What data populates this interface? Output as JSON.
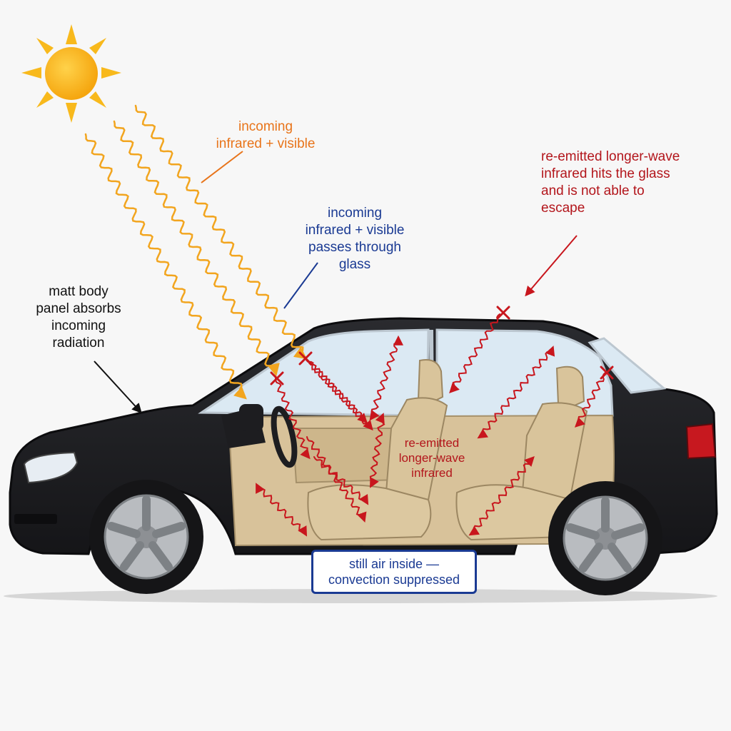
{
  "labels": {
    "incoming_top": [
      "incoming",
      "infrared + visible"
    ],
    "passes_glass": [
      "incoming",
      "infrared + visible",
      "passes through",
      "glass"
    ],
    "body_panel": [
      "matt body",
      "panel absorbs",
      "incoming",
      "radiation"
    ],
    "reemitted_escape": [
      "re-emitted longer-wave",
      "infrared hits the glass",
      "and is not able to",
      "escape"
    ],
    "reemitted_inside": [
      "re-emitted",
      "longer-wave",
      "infrared"
    ],
    "still_air": [
      "still air inside —",
      "convection suppressed"
    ]
  },
  "colors": {
    "incoming_wave": "#f2a51f",
    "incoming_label": "#e8741a",
    "glass_label": "#1a3a93",
    "reemitted": "#c8161d",
    "car_body": "#1c1d20",
    "interior": "#d8c29a",
    "glass": "#dbe9f3",
    "sun": "#f8b91c"
  },
  "icons": {
    "sun": "sun-icon",
    "blocked_marker": "cross-mark-icon"
  }
}
